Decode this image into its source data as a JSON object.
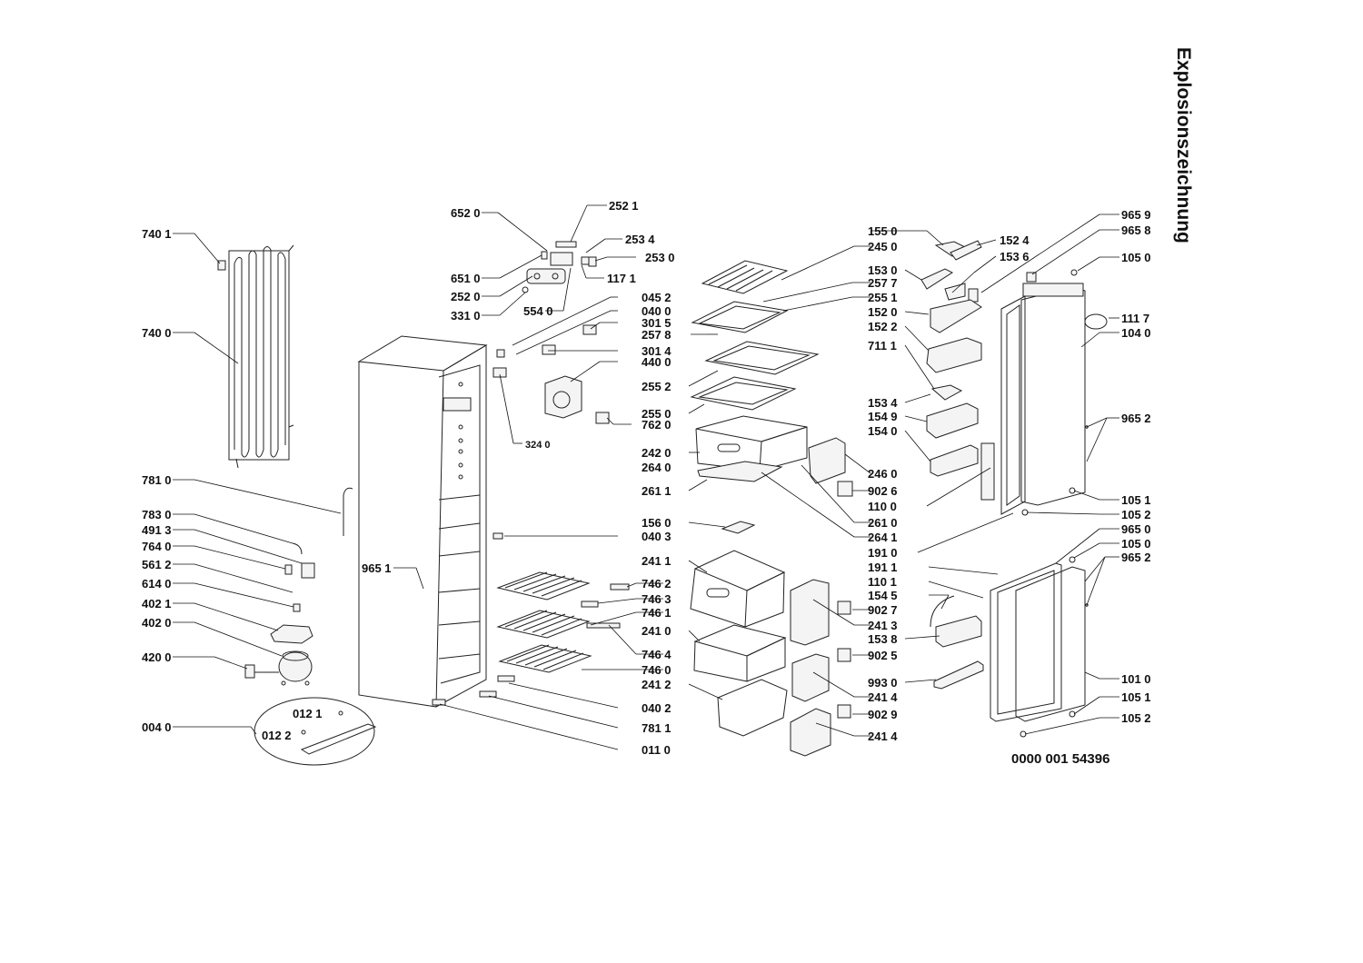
{
  "title": "Explosionszeichnung",
  "document_number": "0000 001 54396",
  "part_labels": {
    "p7401": "740 1",
    "p7400": "740 0",
    "p7810": "781 0",
    "p7830": "783 0",
    "p4913": "491 3",
    "p7640": "764 0",
    "p5612": "561 2",
    "p6140": "614 0",
    "p4021": "402 1",
    "p4020": "402 0",
    "p4200": "420 0",
    "p0040": "004 0",
    "p0121": "012 1",
    "p0122": "012 2",
    "p9651": "965 1",
    "p6520": "652 0",
    "p2521": "252 1",
    "p2534": "253 4",
    "p2530": "253 0",
    "p6510": "651 0",
    "p2520": "252 0",
    "p1171": "117 1",
    "p3310": "331 0",
    "p5540": "554 0",
    "p0452": "045 2",
    "p0400": "040 0",
    "p3015": "301 5",
    "p2578": "257 8",
    "p3014": "301 4",
    "p4400": "440 0",
    "p3240": "324 0",
    "p7620": "762 0",
    "p2552": "255 2",
    "p2550": "255 0",
    "p2420": "242 0",
    "p2640": "264 0",
    "p2611": "261 1",
    "p1560": "156 0",
    "p0403": "040 3",
    "p2411": "241 1",
    "p7462": "746 2",
    "p7463": "746 3",
    "p7461": "746 1",
    "p2410": "241 0",
    "p7464": "746 4",
    "p7460": "746 0",
    "p2412": "241 2",
    "p0402": "040 2",
    "p7811": "781 1",
    "p0110": "011 0",
    "p1550": "155 0",
    "p2450": "245 0",
    "p2577": "257 7",
    "p2551": "255 1",
    "p1524": "152 4",
    "p1536": "153 6",
    "p1530": "153 0",
    "p1520": "152 0",
    "p1522": "152 2",
    "p7111": "711 1",
    "p1534": "153 4",
    "p1549": "154 9",
    "p1540": "154 0",
    "p2460": "246 0",
    "p9026": "902 6",
    "p1100": "110 0",
    "p2610": "261 0",
    "p2641": "264 1",
    "p1910": "191 0",
    "p1911": "191 1",
    "p1101": "110 1",
    "p1545": "154 5",
    "p9027": "902 7",
    "p2413": "241 3",
    "p1538": "153 8",
    "p9025": "902 5",
    "p9930": "993 0",
    "p2414a": "241 4",
    "p9029": "902 9",
    "p2414b": "241 4",
    "p9659": "965 9",
    "p9658": "965 8",
    "p1050a": "105 0",
    "p1117": "111 7",
    "p1040": "104 0",
    "p9652a": "965 2",
    "p1051a": "105 1",
    "p1052a": "105 2",
    "p9650": "965 0",
    "p1050b": "105 0",
    "p9652b": "965 2",
    "p1010": "101 0",
    "p1051b": "105 1",
    "p1052b": "105 2"
  }
}
